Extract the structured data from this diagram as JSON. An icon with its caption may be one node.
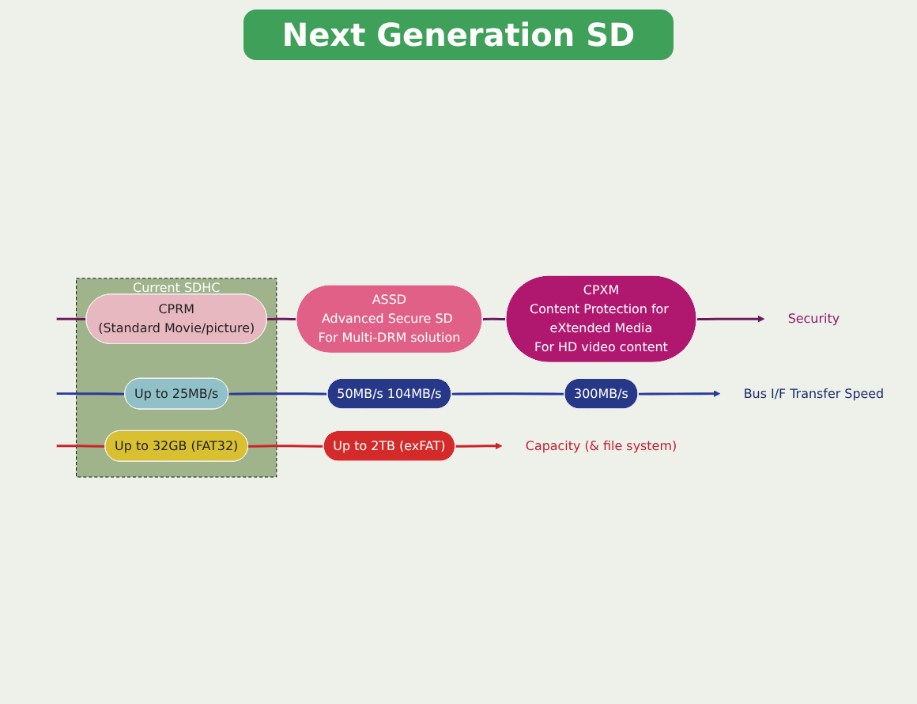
{
  "diagram": {
    "title": "Next Generation SD",
    "nodes": [
      {
        "text": [
          "Current SDHC"
        ]
      },
      {
        "text": [
          "Up to 32GB (FAT32)"
        ],
        "in": 0
      },
      {
        "text": [
          "CPRM",
          "(Standard Movie/picture)"
        ],
        "in": 0
      },
      {
        "text": [
          "Up to 25MB/s"
        ],
        "in": 0
      },
      {
        "text": [
          "Up to 2TB (exFAT)"
        ]
      },
      {
        "text": [
          "ASSD",
          "Advanced Secure SD For Multi-DRM solution"
        ]
      },
      {
        "text": [
          "CPXM",
          "Content Protection for eXtended Media",
          "For HD video content"
        ]
      },
      {
        "text": [
          "50MB/s 104MB/s"
        ]
      },
      {
        "text": [
          "300MB/s"
        ]
      },
      {
        "text": [
          "Capacity (& file system)"
        ]
      },
      {
        "text": [
          "Security"
        ]
      },
      {
        "text": [
          "Bus I/F Transfer Speed"
        ]
      }
    ],
    "edges": [
      {
        "from": null,
        "to": 1,
        "arrow": "none",
        "color": "#d0202a"
      },
      {
        "from": 1,
        "to": 4,
        "arrow": "none",
        "color": "#d0202a"
      },
      {
        "from": 4,
        "to": 9,
        "arrow": "to",
        "color": "#d0202a"
      },
      {
        "from": null,
        "to": 2,
        "arrow": "none",
        "color": "#6a1a5a"
      },
      {
        "from": 2,
        "to": 5,
        "arrow": "none",
        "color": "#6a1a5a"
      },
      {
        "from": 5,
        "to": 6,
        "arrow": "none",
        "color": "#6a1a5a"
      },
      {
        "from": 6,
        "to": 10,
        "arrow": "to",
        "color": "#6a1a5a"
      },
      {
        "from": null,
        "to": 3,
        "arrow": "none",
        "color": "#2a3a9a"
      },
      {
        "from": 3,
        "to": 7,
        "arrow": "none",
        "color": "#2a3a9a"
      },
      {
        "from": 7,
        "to": 8,
        "arrow": "none",
        "color": "#2a3a9a"
      },
      {
        "from": 8,
        "to": 11,
        "arrow": "to",
        "color": "#2a3a9a"
      }
    ]
  }
}
